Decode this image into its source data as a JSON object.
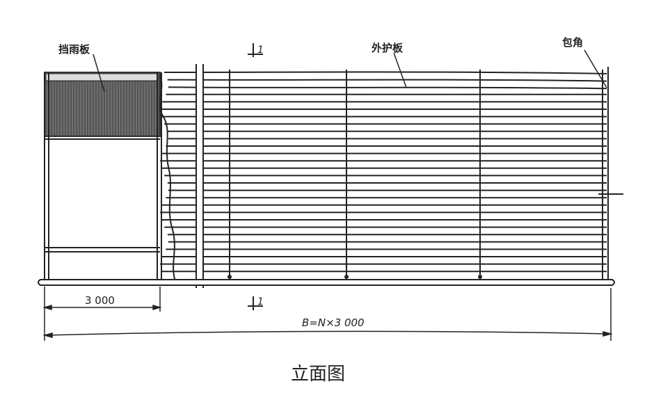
{
  "labels": {
    "rain_shield": "挡雨板",
    "outer_panel": "外护板",
    "corner_wrap": "包角",
    "section_top": "1",
    "section_bottom": "1",
    "dim_bay": "3 000",
    "dim_total": "B=N×3 000"
  },
  "caption": "立面图"
}
